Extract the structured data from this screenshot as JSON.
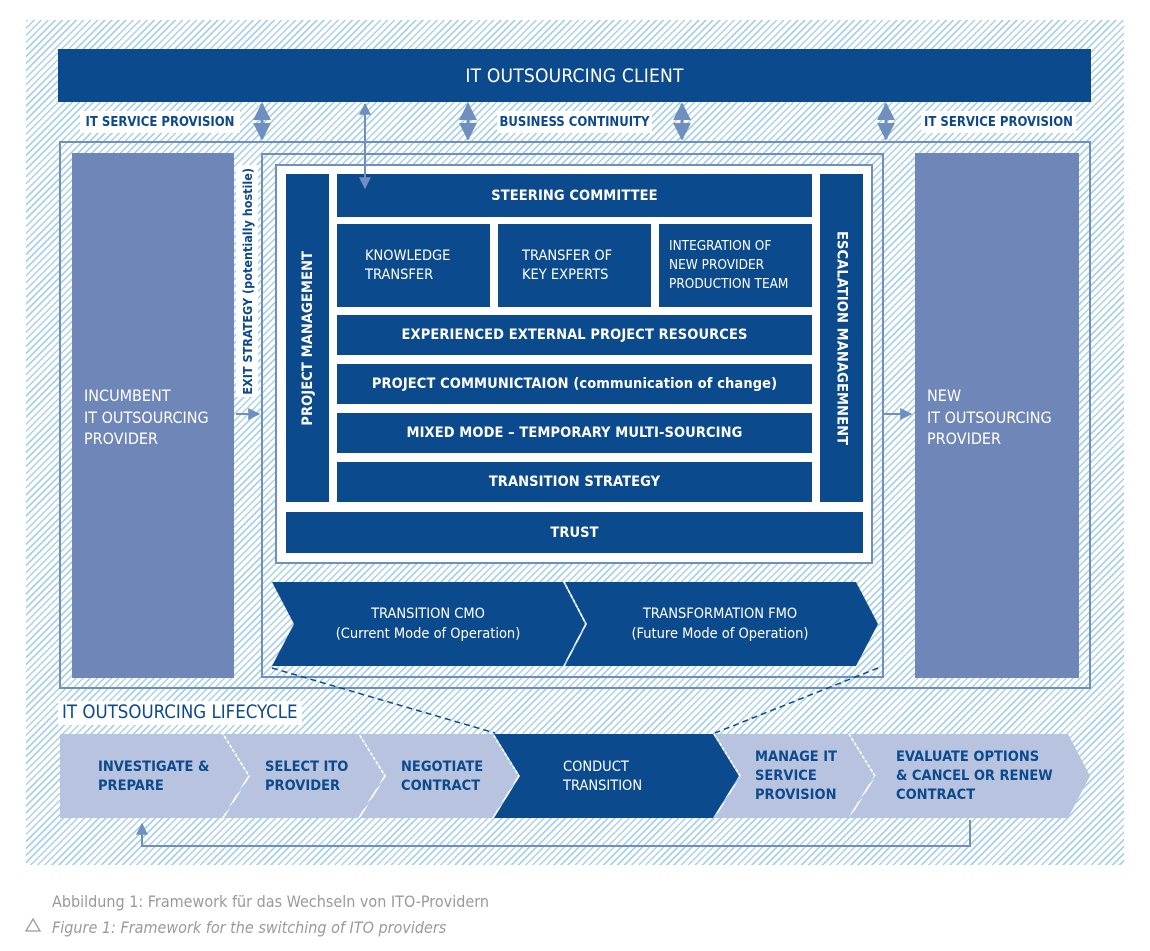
{
  "client": {
    "title": "IT OUTSOURCING CLIENT"
  },
  "connections": {
    "left": "IT SERVICE PROVISION",
    "center": "BUSINESS CONTINUITY",
    "right": "IT SERVICE PROVISION"
  },
  "incumbent": {
    "line1": "INCUMBENT",
    "line2": "IT OUTSOURCING",
    "line3": "PROVIDER"
  },
  "exit_strategy": "EXIT STRATEGY (potentially hostile)",
  "new_provider": {
    "line1": "NEW",
    "line2": "IT OUTSOURCING",
    "line3": "PROVIDER"
  },
  "core": {
    "project_management": "PROJECT MANAGEMENT",
    "escalation_management": "ESCALATION MANAGEMNENT",
    "steering_committee": "STEERING COMMITTEE",
    "knowledge_transfer": {
      "line1": "KNOWLEDGE",
      "line2": "TRANSFER"
    },
    "key_experts": {
      "line1": "TRANSFER OF",
      "line2": "KEY EXPERTS"
    },
    "integration": {
      "line1": "INTEGRATION OF",
      "line2": "NEW PROVIDER",
      "line3": "PRODUCTION TEAM"
    },
    "external_resources": "EXPERIENCED EXTERNAL PROJECT RESOURCES",
    "communication": "PROJECT COMMUNICTAION (communication of change)",
    "mixed_mode": "MIXED MODE – TEMPORARY MULTI-SOURCING",
    "transition_strategy": "TRANSITION STRATEGY",
    "trust": "TRUST"
  },
  "modes": {
    "cmo": {
      "line1": "TRANSITION CMO",
      "line2": "(Current Mode of  Operation)"
    },
    "fmo": {
      "line1": "TRANSFORMATION FMO",
      "line2": "(Future Mode of Operation)"
    }
  },
  "lifecycle": {
    "title": "IT OUTSOURCING LIFECYCLE",
    "steps": [
      {
        "line1": "INVESTIGATE &",
        "line2": "PREPARE"
      },
      {
        "line1": "SELECT ITO",
        "line2": "PROVIDER"
      },
      {
        "line1": "NEGOTIATE",
        "line2": "CONTRACT"
      },
      {
        "line1": "CONDUCT",
        "line2": "TRANSITION"
      },
      {
        "line1": "MANAGE IT",
        "line2": "SERVICE",
        "line3": "PROVISION"
      },
      {
        "line1": "EVALUATE OPTIONS",
        "line2": "& CANCEL OR RENEW",
        "line3": "CONTRACT"
      }
    ]
  },
  "captions": {
    "german": "Abbildung 1: Framework für das Wechseln von ITO-Providern",
    "english": "Figure 1: Framework for the switching of ITO providers",
    "icon": "triangle-icon"
  },
  "colors": {
    "dark": "#0c4a8e",
    "mid": "#6e86b8",
    "light": "#b8c3e0",
    "hatch": "#a9d2ea",
    "arrow": "#6f8fbf"
  }
}
